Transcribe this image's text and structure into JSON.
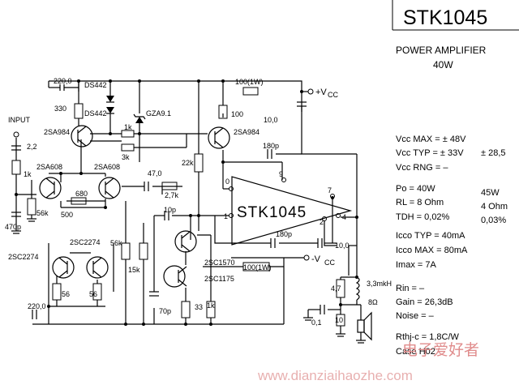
{
  "title": {
    "part": "STK1045",
    "line1": "POWER AMPLIFIER",
    "line2": "40W"
  },
  "chip": {
    "name": "STK1045",
    "pins": [
      "9",
      "0",
      "7",
      "1",
      "2",
      "4"
    ]
  },
  "rails": {
    "pos": "+V",
    "pos_sub": "CC",
    "neg": "-V",
    "neg_sub": "CC"
  },
  "input_label": "INPUT",
  "components": {
    "c_220_top": "220,0",
    "r_330": "330",
    "d1": "DS442",
    "d2": "DS442",
    "zener": "GZA9.1",
    "r_1k_a": "1k",
    "r_3k": "3k",
    "r_100": "100",
    "r_100_1w_top": "100(1W)",
    "c_10_0_top": "10,0",
    "q_2sa984_l": "2SA984",
    "q_2sa984_r": "2SA984",
    "q_2sa608_l": "2SA608",
    "q_2sa608_r": "2SA608",
    "c_2_2": "2,2",
    "r_1k_in": "1k",
    "r_56k": "56k",
    "c_470p": "470p",
    "r_680": "680",
    "r_500": "500",
    "c_47_0": "47,0",
    "r_2_7k": "2,7k",
    "r_22k": "22k",
    "c_180p_top": "180p",
    "c_10p": "10p",
    "c_180p_bot": "180p",
    "c_10_0_bot": "10,0",
    "r_56k_b": "56k",
    "r_15k": "15k",
    "q_2sc2274_l": "2SC2274",
    "q_2sc2274_r": "2SC2274",
    "r_56_l": "56",
    "r_56_r": "56",
    "c_220_bot": "220,0",
    "q_2sc1570": "2SC1570",
    "q_2sc1175": "2SC1175",
    "r_100_1w_bot": "100(1W)",
    "c_70p": "70p",
    "r_33": "33",
    "r_1k_b": "1k",
    "r_4_7": "4,7",
    "l_3_3": "3,3mkH",
    "spk": "8Ω",
    "c_0_1": "0,1",
    "r_10": "10"
  },
  "specs": [
    {
      "id": "vcc_max",
      "label": "Vcc MAX = ± 48V",
      "extra": ""
    },
    {
      "id": "vcc_typ",
      "label": "Vcc TYP = ± 33V",
      "extra": "± 28,5"
    },
    {
      "id": "vcc_rng",
      "label": "Vcc RNG =  –",
      "extra": ""
    },
    {
      "id": "po",
      "label": "Po  = 40W",
      "extra": "45W"
    },
    {
      "id": "rl",
      "label": "RL  = 8 Ohm",
      "extra": "4 Ohm"
    },
    {
      "id": "tdh",
      "label": "TDH = 0,02%",
      "extra": "0,03%"
    },
    {
      "id": "icco_typ",
      "label": "Icco TYP = 40mA",
      "extra": ""
    },
    {
      "id": "icco_max",
      "label": "Icco MAX = 80mA",
      "extra": ""
    },
    {
      "id": "imax",
      "label": "Imax   =   7A",
      "extra": ""
    },
    {
      "id": "rin",
      "label": "Rin  =  –",
      "extra": ""
    },
    {
      "id": "gain",
      "label": "Gain  =  26,3dB",
      "extra": ""
    },
    {
      "id": "noise",
      "label": "Noise =  –",
      "extra": ""
    },
    {
      "id": "rthj",
      "label": "Rthj-c = 1,8C/W",
      "extra": ""
    },
    {
      "id": "case",
      "label": "Case   H02",
      "extra": ""
    }
  ],
  "watermark": {
    "cn": "电子爱好者",
    "url": "www.dianziaihaozhe.com"
  }
}
